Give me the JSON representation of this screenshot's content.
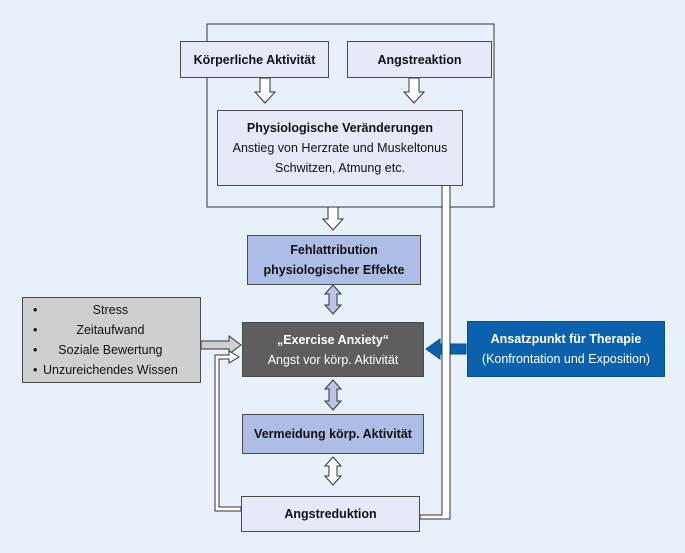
{
  "boxes": {
    "koerperliche_aktivitaet": "Körperliche Aktivität",
    "angstreaktion": "Angstreaktion",
    "physiologische": {
      "title": "Physiologische Veränderungen",
      "line1": "Anstieg von Herzrate und Muskeltonus",
      "line2": "Schwitzen, Atmung etc."
    },
    "fehlattribution": {
      "line1": "Fehlattribution",
      "line2": "physiologischer Effekte"
    },
    "exercise_anxiety": {
      "title": "„Exercise Anxiety“",
      "subtitle": "Angst vor körp. Aktivität"
    },
    "vermeidung": "Vermeidung körp. Aktivität",
    "angstreduktion": "Angstreduktion",
    "therapie": {
      "title": "Ansatzpunkt für Therapie",
      "subtitle": "(Konfrontation und Exposition)"
    }
  },
  "factors": [
    "Stress",
    "Zeitaufwand",
    "Soziale Bewertung",
    "Unzureichendes Wissen"
  ],
  "colors": {
    "background": "#e8f1fa",
    "box_light": "#e6e9f8",
    "box_mid": "#aebde6",
    "box_dark": "#5e5e5e",
    "box_blue": "#0a62ad",
    "box_grey": "#cfcfcf"
  }
}
